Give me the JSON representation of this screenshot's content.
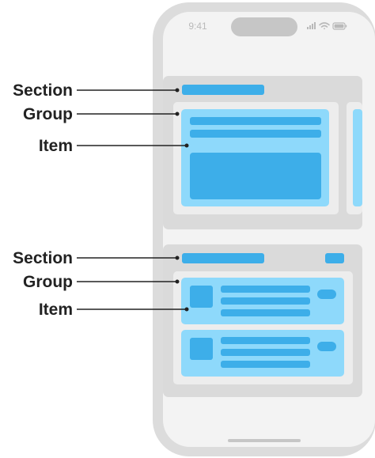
{
  "status_bar": {
    "time": "9:41",
    "icons": [
      "cellular-signal-icon",
      "wifi-icon",
      "battery-icon"
    ]
  },
  "labels": {
    "top": {
      "section": "Section",
      "group": "Group",
      "item": "Item"
    },
    "bottom": {
      "section": "Section",
      "group": "Group",
      "item": "Item"
    }
  },
  "colors": {
    "phone_frame": "#dcdcdc",
    "screen": "#f3f3f3",
    "section_bg": "#dadada",
    "group_bg": "#ededed",
    "item_light": "#8ed9fb",
    "item_dark": "#3daee9",
    "dynamic_island": "#c6c6c6",
    "leader_line": "#222222"
  }
}
